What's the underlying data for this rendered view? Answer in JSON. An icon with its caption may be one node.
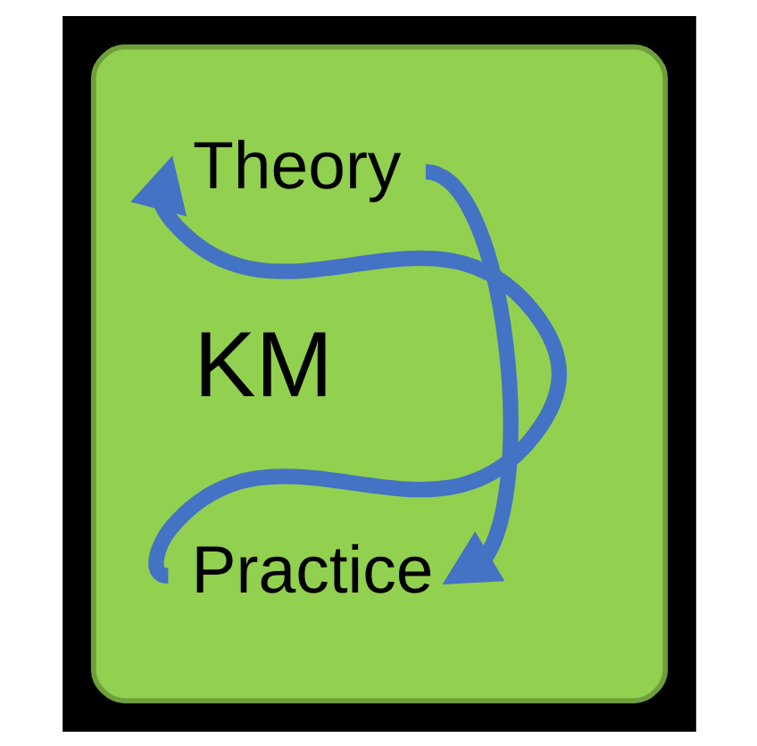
{
  "diagram": {
    "nodes": [
      {
        "text": [],
        "shape": "ellipse"
      },
      {
        "text": [
          "Theory"
        ],
        "in": 0
      },
      {
        "text": [
          "KM"
        ],
        "in": 0
      },
      {
        "text": [
          "Practice"
        ],
        "in": 0
      }
    ],
    "edges": [
      {
        "from": 1,
        "to": 3,
        "arrow": "to"
      },
      {
        "from": 3,
        "to": 1,
        "arrow": "to"
      }
    ]
  }
}
